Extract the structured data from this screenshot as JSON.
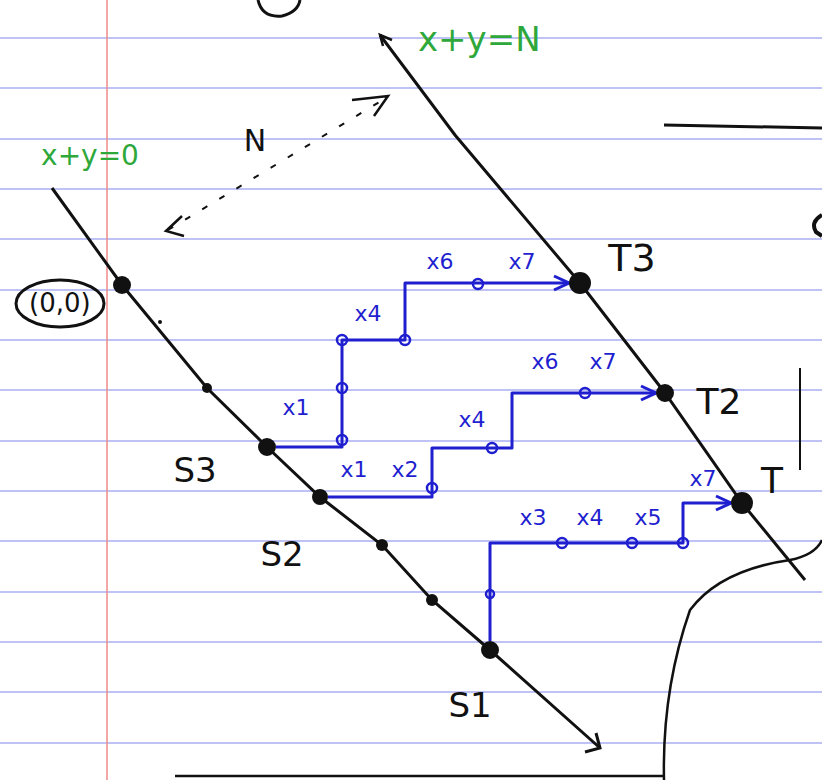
{
  "diagram": {
    "nodes": [
      {
        "text": [
          "(0,0)"
        ]
      },
      {
        "text": [
          "S3"
        ]
      },
      {
        "text": [
          "S2"
        ]
      },
      {
        "text": [
          "S1"
        ]
      },
      {
        "text": [
          "T3"
        ]
      },
      {
        "text": [
          "T2"
        ]
      },
      {
        "text": [
          "T"
        ]
      }
    ],
    "edges": [
      {
        "from": 1,
        "to": 4,
        "arrow": "to"
      },
      {
        "from": 2,
        "to": 5,
        "arrow": "to"
      },
      {
        "from": 3,
        "to": 6,
        "arrow": "to"
      }
    ],
    "labels": [
      "x+y=N",
      "x+y=0",
      "N",
      "x6",
      "x7",
      "x4",
      "x1",
      "x6",
      "x7",
      "x4",
      "x1",
      "x2",
      "x3",
      "x4",
      "x5",
      "x7"
    ]
  }
}
